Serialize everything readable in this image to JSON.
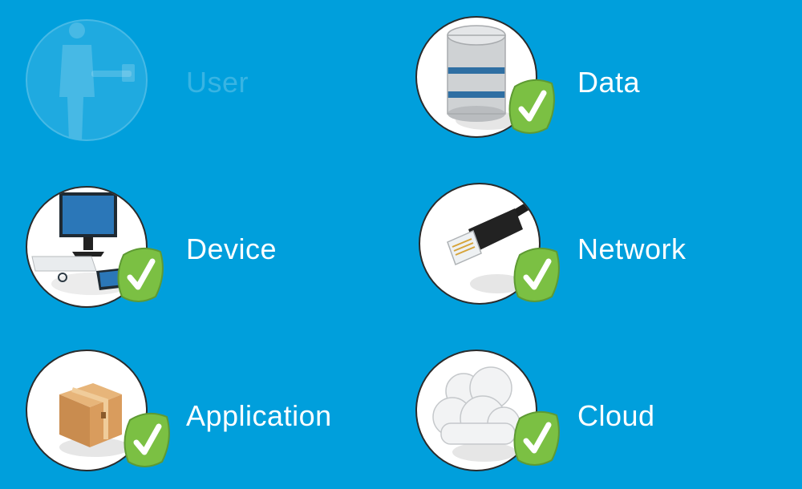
{
  "colors": {
    "background": "#009fdc",
    "check_green": "#7bc043",
    "label": "#ffffff"
  },
  "items": [
    {
      "label": "User",
      "icon": "user-person-icon",
      "checked": false,
      "faded": true
    },
    {
      "label": "Data",
      "icon": "database-icon",
      "checked": true,
      "faded": false
    },
    {
      "label": "Device",
      "icon": "computer-devices-icon",
      "checked": true,
      "faded": false
    },
    {
      "label": "Network",
      "icon": "ethernet-cable-icon",
      "checked": true,
      "faded": false
    },
    {
      "label": "Application",
      "icon": "package-box-icon",
      "checked": true,
      "faded": false
    },
    {
      "label": "Cloud",
      "icon": "cloud-icon",
      "checked": true,
      "faded": false
    }
  ]
}
